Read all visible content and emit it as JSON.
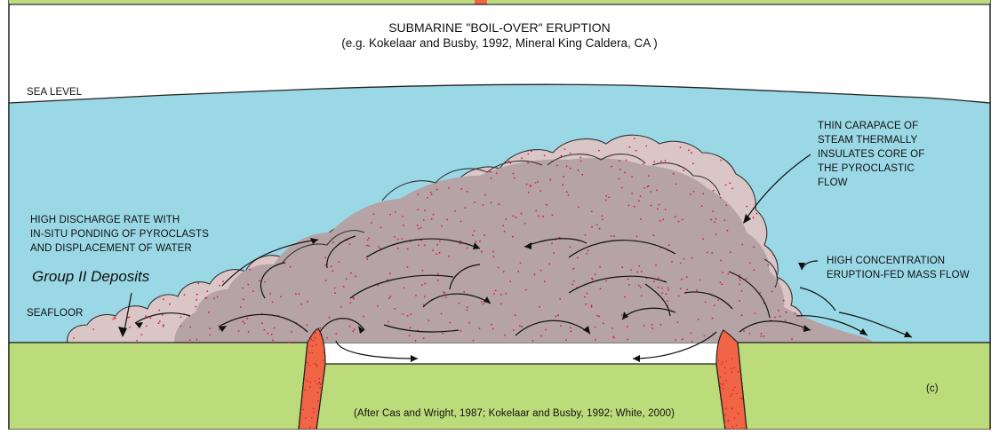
{
  "diagram": {
    "title": "SUBMARINE \"BOIL-OVER\" ERUPTION",
    "subtitle": "(e.g. Kokelaar and Busby, 1992, Mineral King Caldera, CA )",
    "sea_level_label": "SEA LEVEL",
    "seafloor_label": "SEAFLOOR",
    "left_annotation": [
      "HIGH DISCHARGE RATE WITH",
      "IN-SITU PONDING OF PYROCLASTS",
      "AND DISPLACEMENT OF WATER"
    ],
    "group_label": "Group II Deposits",
    "carapace_annotation": [
      "THIN CARAPACE OF",
      "STEAM THERMALLY",
      "INSULATES CORE OF",
      "THE PYROCLASTIC",
      "FLOW"
    ],
    "flow_annotation": [
      "HIGH CONCENTRATION",
      "ERUPTION-FED MASS FLOW"
    ],
    "citation": "(After Cas and Wright, 1987; Kokelaar and Busby, 1992; White, 2000)",
    "panel_label": "(c)",
    "colors": {
      "water": "#9ad8e5",
      "ground": "#bcdb7a",
      "carapace": "#dac5c7",
      "core": "#b5a3a6",
      "conduit": "#ef6545",
      "particles": "#d81f3a",
      "outline": "#222222"
    }
  }
}
